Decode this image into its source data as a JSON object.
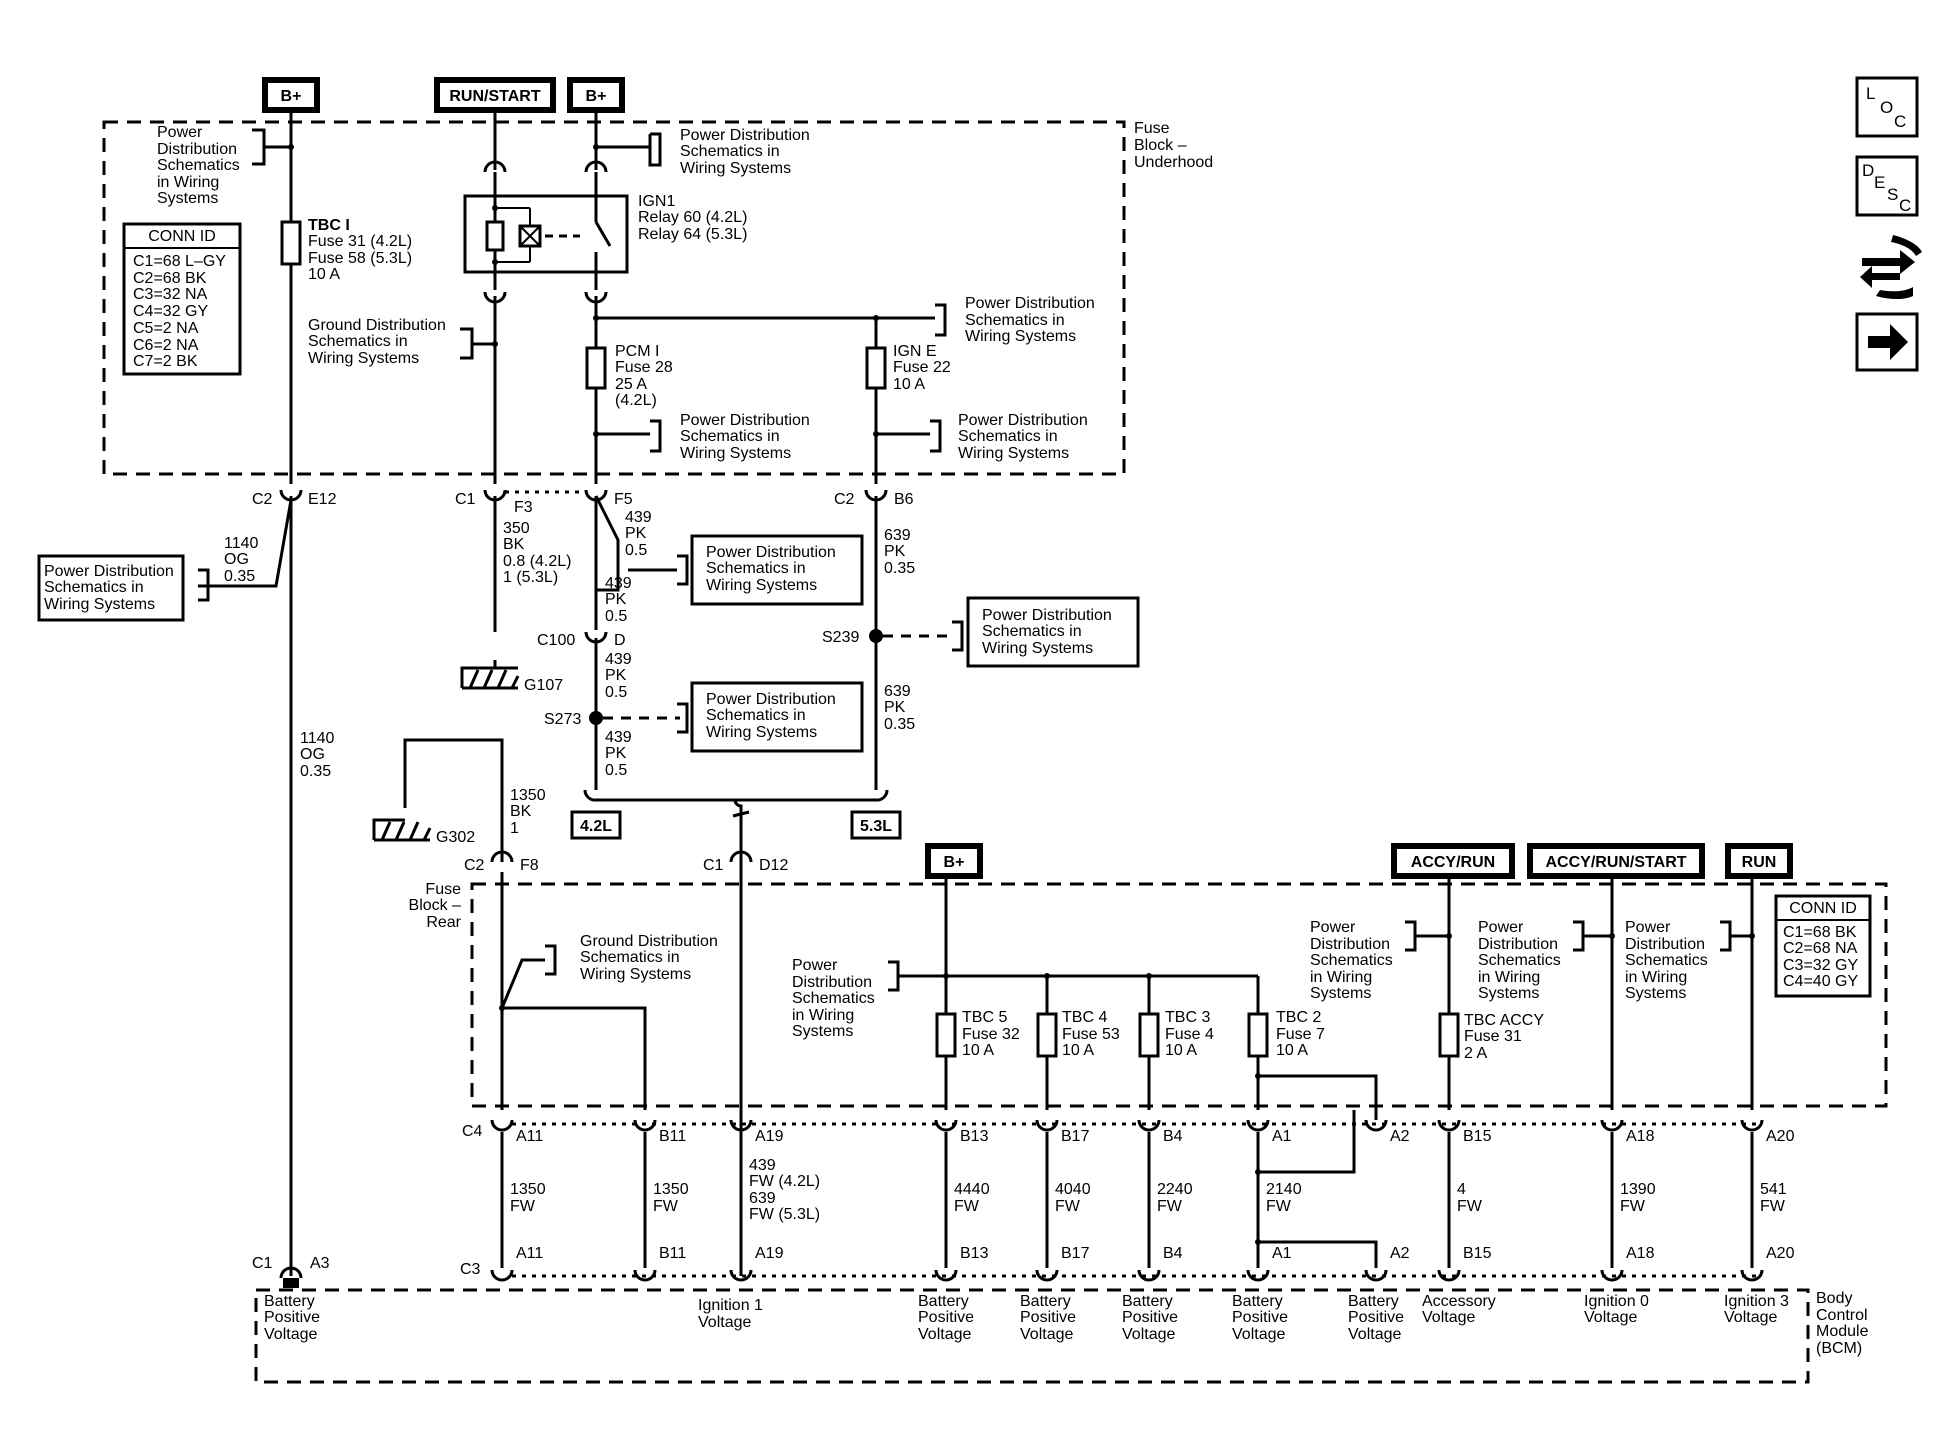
{
  "sources": {
    "bplus_1": "B+",
    "run_start": "RUN/START",
    "bplus_2": "B+",
    "bplus_rear": "B+",
    "accy_run": "ACCY/RUN",
    "accy_run_start": "ACCY/RUN/START",
    "run": "RUN"
  },
  "nav": {
    "loc": [
      "L",
      "O",
      "C"
    ],
    "desc": [
      "D",
      "E",
      "S",
      "C"
    ]
  },
  "fuse_block_underhood": {
    "label": [
      "Fuse",
      "Block –",
      "Underhood"
    ],
    "conn_id_title": "CONN ID",
    "conn_ids": [
      "C1=68 L–GY",
      "C2=68 BK",
      "C3=32 NA",
      "C4=32 GY",
      "C5=2 NA",
      "C6=2 NA",
      "C7=2 BK"
    ],
    "pd_ref_top_left": [
      "Power",
      "Distribution",
      "Schematics",
      "in Wiring",
      "Systems"
    ],
    "fuse_tbc_i": [
      "TBC I",
      "Fuse 31 (4.2L)",
      "Fuse 58 (5.3L)",
      "10 A"
    ],
    "pd_ref_ign1": [
      "Power Distribution",
      "Schematics in",
      "Wiring Systems"
    ],
    "relay_ign1": [
      "IGN1",
      "Relay 60 (4.2L)",
      "Relay 64 (5.3L)"
    ],
    "gd_ref": [
      "Ground Distribution",
      "Schematics in",
      "Wiring Systems"
    ],
    "pd_ref_ign_e": [
      "Power Distribution",
      "Schematics in",
      "Wiring Systems"
    ],
    "fuse_pcm_i": [
      "PCM I",
      "Fuse 28",
      "25 A",
      "(4.2L)"
    ],
    "fuse_ign_e": [
      "IGN E",
      "Fuse 22",
      "10 A"
    ],
    "pd_ref_pcm": [
      "Power Distribution",
      "Schematics in",
      "Wiring Systems"
    ],
    "pd_ref_ign_e2": [
      "Power Distribution",
      "Schematics in",
      "Wiring Systems"
    ]
  },
  "connectors_upper": {
    "c2": "C2",
    "e12": "E12",
    "c1": "C1",
    "f3": "F3",
    "f5": "F5",
    "c2b": "C2",
    "b6": "B6"
  },
  "mid_wires": {
    "w1140_top": [
      "1140",
      "OG",
      "0.35"
    ],
    "w350": [
      "350",
      "BK",
      "0.8 (4.2L)",
      "1 (5.3L)"
    ],
    "w439_a": [
      "439",
      "PK",
      "0.5"
    ],
    "w439_b": [
      "439",
      "PK",
      "0.5"
    ],
    "c100": "C100",
    "d": "D",
    "w439_c": [
      "439",
      "PK",
      "0.5"
    ],
    "s273": "S273",
    "w439_d": [
      "439",
      "PK",
      "0.5"
    ],
    "w639_a": [
      "639",
      "PK",
      "0.35"
    ],
    "s239": "S239",
    "w639_b": [
      "639",
      "PK",
      "0.35"
    ],
    "g107": "G107",
    "g302": "G302",
    "w1140_mid": [
      "1140",
      "OG",
      "0.35"
    ],
    "w1350": [
      "1350",
      "BK",
      "1"
    ],
    "opt_42": "4.2L",
    "opt_53": "5.3L",
    "pd_ref_left": [
      "Power Distribution",
      "Schematics in",
      "Wiring Systems"
    ],
    "pd_ref_439": [
      "Power Distribution",
      "Schematics in",
      "Wiring Systems"
    ],
    "pd_ref_s239": [
      "Power Distribution",
      "Schematics in",
      "Wiring Systems"
    ],
    "pd_ref_s273": [
      "Power Distribution",
      "Schematics in",
      "Wiring Systems"
    ]
  },
  "fuse_block_rear": {
    "label": [
      "Fuse",
      "Block –",
      "Rear"
    ],
    "c2": "C2",
    "f8": "F8",
    "c1": "C1",
    "d12": "D12",
    "gd_ref": [
      "Ground Distribution",
      "Schematics in",
      "Wiring Systems"
    ],
    "pd_ref_bat": [
      "Power",
      "Distribution",
      "Schematics",
      "in Wiring",
      "Systems"
    ],
    "fuse_tbc5": [
      "TBC 5",
      "Fuse 32",
      "10 A"
    ],
    "fuse_tbc4": [
      "TBC 4",
      "Fuse 53",
      "10 A"
    ],
    "fuse_tbc3": [
      "TBC 3",
      "Fuse 4",
      "10 A"
    ],
    "fuse_tbc2": [
      "TBC 2",
      "Fuse 7",
      "10 A"
    ],
    "fuse_tbc_accy": [
      "TBC ACCY",
      "Fuse 31",
      "2 A"
    ],
    "pd_ref_accy": [
      "Power",
      "Distribution",
      "Schematics",
      "in Wiring",
      "Systems"
    ],
    "pd_ref_accy2": [
      "Power",
      "Distribution",
      "Schematics",
      "in Wiring",
      "Systems"
    ],
    "pd_ref_run": [
      "Power",
      "Distribution",
      "Schematics",
      "in Wiring",
      "Systems"
    ],
    "conn_id_title": "CONN ID",
    "conn_ids": [
      "C1=68 BK",
      "C2=68 NA",
      "C3=32 GY",
      "C4=40 GY"
    ]
  },
  "connector_c4": {
    "name": "C4",
    "pins": [
      "A11",
      "B11",
      "A19",
      "B13",
      "B17",
      "B4",
      "A1",
      "A2",
      "B15",
      "A18",
      "A20"
    ]
  },
  "circuits": {
    "w1350_a": [
      "1350",
      "FW"
    ],
    "w1350_b": [
      "1350",
      "FW"
    ],
    "w439_639": [
      "439",
      "FW (4.2L)",
      "639",
      "FW (5.3L)"
    ],
    "w4440": [
      "4440",
      "FW"
    ],
    "w4040": [
      "4040",
      "FW"
    ],
    "w2240": [
      "2240",
      "FW"
    ],
    "w2140": [
      "2140",
      "FW"
    ],
    "w4": [
      "4",
      "FW"
    ],
    "w1390": [
      "1390",
      "FW"
    ],
    "w541": [
      "541",
      "FW"
    ]
  },
  "bcm": {
    "c1": "C1",
    "a3": "A3",
    "c3": "C3",
    "pins": [
      "A11",
      "B11",
      "A19",
      "B13",
      "B17",
      "B4",
      "A1",
      "A2",
      "B15",
      "A18",
      "A20"
    ],
    "label": [
      "Body",
      "Control",
      "Module",
      "(BCM)"
    ],
    "inputs": {
      "bat_pos_1": [
        "Battery",
        "Positive",
        "Voltage"
      ],
      "ign1": [
        "Ignition 1",
        "Voltage"
      ],
      "bat_pos_2": [
        "Battery",
        "Positive",
        "Voltage"
      ],
      "bat_pos_3": [
        "Battery",
        "Positive",
        "Voltage"
      ],
      "bat_pos_4": [
        "Battery",
        "Positive",
        "Voltage"
      ],
      "bat_pos_5": [
        "Battery",
        "Positive",
        "Voltage"
      ],
      "bat_pos_6": [
        "Battery",
        "Positive",
        "Voltage"
      ],
      "accessory": [
        "Accessory",
        "Voltage"
      ],
      "ign0": [
        "Ignition 0",
        "Voltage"
      ],
      "ign3": [
        "Ignition 3",
        "Voltage"
      ]
    }
  }
}
